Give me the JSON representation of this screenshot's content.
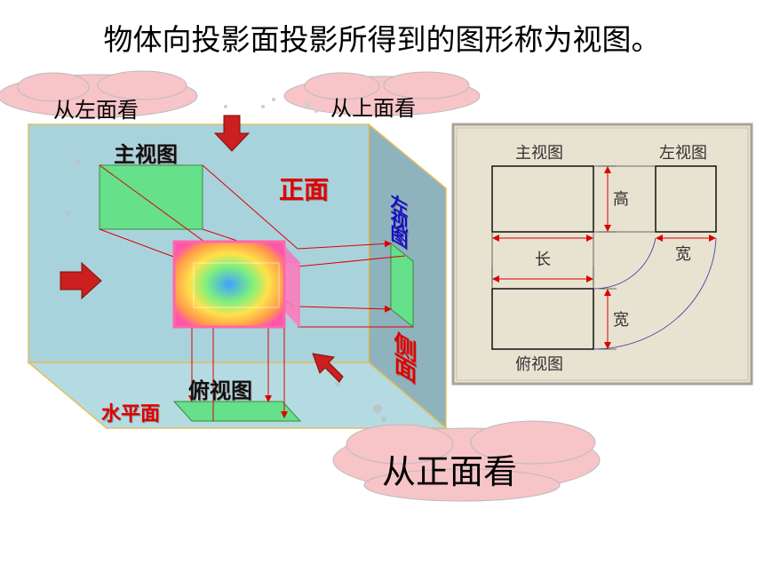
{
  "title": "物体向投影面投影所得到的图形称为视图。",
  "main_scene": {
    "cloud_left_view": "从左面看",
    "cloud_top_view": "从上面看",
    "cloud_front_view": "从正面看",
    "label_front_view_plane": "主视图",
    "label_front_face": "正面",
    "label_left_view_plane": "左视图",
    "label_side_face": "侧面",
    "label_top_view_plane": "俯视图",
    "label_horizontal_plane": "水平面"
  },
  "three_view_panel": {
    "front_view_label": "主视图",
    "left_view_label": "左视图",
    "top_view_label": "俯视图",
    "dim_height": "高",
    "dim_length": "长",
    "dim_width_right": "宽",
    "dim_width_bottom": "宽"
  },
  "colors": {
    "box_face": "#a9d3dc",
    "box_side": "#8fb3bd",
    "projection_green": "#66e08a",
    "arrow_red": "#cc1f1f",
    "label_red": "#e00000",
    "label_blue": "#1010cc",
    "cloud_pink": "#f7c4c8"
  }
}
